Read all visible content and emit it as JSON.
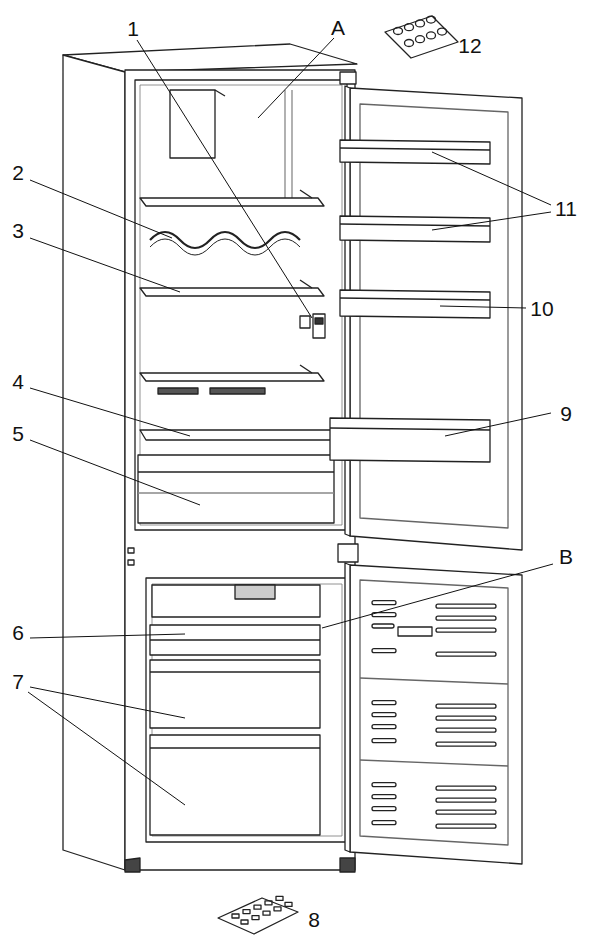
{
  "diagram": {
    "labels": [
      "1",
      "A",
      "12",
      "2",
      "3",
      "11",
      "10",
      "4",
      "9",
      "5",
      "B",
      "6",
      "7",
      "8"
    ]
  }
}
